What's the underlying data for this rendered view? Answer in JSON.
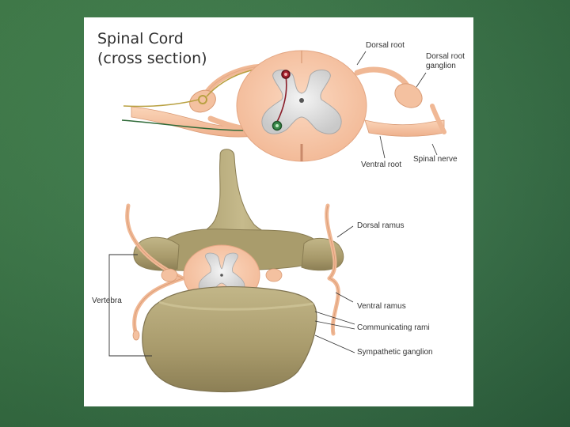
{
  "title_line1": "Spinal Cord",
  "title_line2": "(cross section)",
  "labels": {
    "dorsal_root": "Dorsal root",
    "dorsal_root_ganglion_1": "Dorsal root",
    "dorsal_root_ganglion_2": "ganglion",
    "ventral_root": "Ventral root",
    "spinal_nerve": "Spinal nerve",
    "dorsal_ramus": "Dorsal ramus",
    "vertebra": "Vertebra",
    "ventral_ramus": "Ventral ramus",
    "communicating_rami": "Communicating rami",
    "sympathetic_ganglion": "Sympathetic ganglion"
  },
  "colors": {
    "background": "#3f8050",
    "cord": "#f7c8a8",
    "grey_matter": "#dcdcdc",
    "bone": "#b3a679",
    "sensory_neuron": "#b8a040",
    "motor_neuron": "#3a8a4a",
    "interneuron": "#8a1c28"
  }
}
